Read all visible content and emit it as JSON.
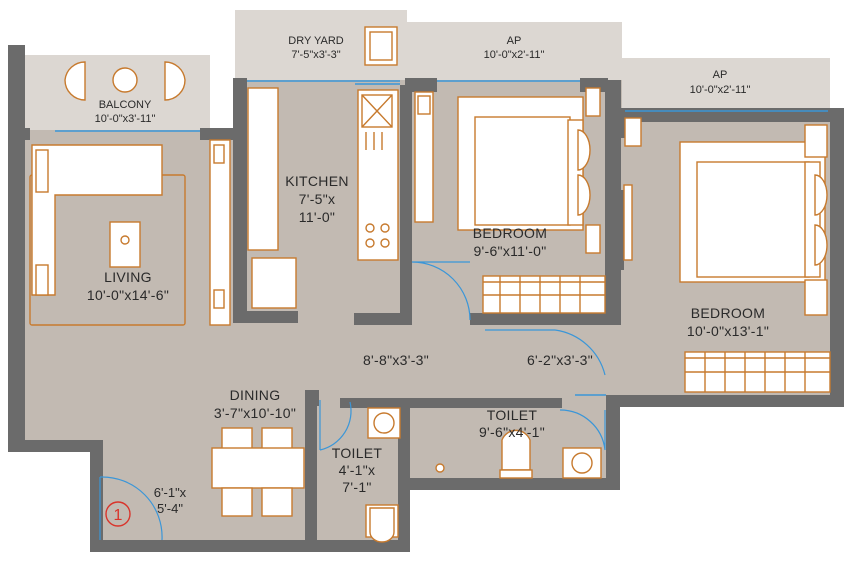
{
  "plan": {
    "rooms": {
      "dry_yard": {
        "name": "DRY YARD",
        "dim": "7'-5\"x3'-3\""
      },
      "ap_top": {
        "name": "AP",
        "dim": "10'-0\"x2'-11\""
      },
      "ap_right": {
        "name": "AP",
        "dim": "10'-0\"x2'-11\""
      },
      "balcony": {
        "name": "BALCONY",
        "dim": "10'-0\"x3'-11\""
      },
      "kitchen": {
        "name": "KITCHEN",
        "dim1": "7'-5\"x",
        "dim2": "11'-0\""
      },
      "living": {
        "name": "LIVING",
        "dim": "10'-0\"x14'-6\""
      },
      "bedroom1": {
        "name": "BEDROOM",
        "dim": "9'-6\"x11'-0\""
      },
      "bedroom2": {
        "name": "BEDROOM",
        "dim": "10'-0\"x13'-1\""
      },
      "passage": {
        "dim": "8'-8\"x3'-3\""
      },
      "passage2": {
        "dim": "6'-2\"x3'-3\""
      },
      "dining": {
        "name": "DINING",
        "dim": "3'-7\"x10'-10\""
      },
      "toilet1": {
        "name": "TOILET",
        "dim": "9'-6\"x4'-1\""
      },
      "toilet2": {
        "name": "TOILET",
        "dim1": "4'-1\"x",
        "dim2": "7'-1\""
      },
      "foyer": {
        "dim1": "6'-1\"x",
        "dim2": "5'-4\""
      }
    },
    "entry_marker": "1",
    "colors": {
      "floor": "#c2bab2",
      "outdoor": "#dcd7d2",
      "wall": "#6b6b6b",
      "furniture": "#c77a2e",
      "window": "#3a96d8",
      "marker": "#d9342b"
    }
  }
}
